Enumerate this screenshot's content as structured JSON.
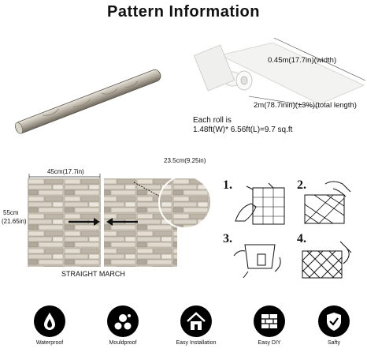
{
  "header": {
    "title": "Pattern Information"
  },
  "roll": {
    "width_label": "0.45m(17.7in)(width)",
    "length_label": "2m(78.7inin)(±3%)(total length)",
    "coverage_line1": "Each roll is",
    "coverage_line2": "1.48ft(W)* 6.56ft(L)=9.7 sq.ft"
  },
  "panel": {
    "width_label": "45cm(17.7in)",
    "height_label_cm": "55cm",
    "height_label_in": "(21.65in)",
    "repeat_label": "23.5cm(9.25in)",
    "match_label": "STRAIGHT MARCH"
  },
  "steps": [
    "1.",
    "2.",
    "3.",
    "4."
  ],
  "features": [
    {
      "label": "Waterproof",
      "icon": "water-drop-icon"
    },
    {
      "label": "Mouldproof",
      "icon": "mould-spores-icon"
    },
    {
      "label": "Easy Installation",
      "icon": "house-icon"
    },
    {
      "label": "Easy DIY",
      "icon": "brick-wall-icon"
    },
    {
      "label": "Safty",
      "icon": "shield-check-icon"
    }
  ],
  "colors": {
    "stone_light": "#d8d2c6",
    "stone_dark": "#a59c8d",
    "icon_bg": "#000000"
  }
}
